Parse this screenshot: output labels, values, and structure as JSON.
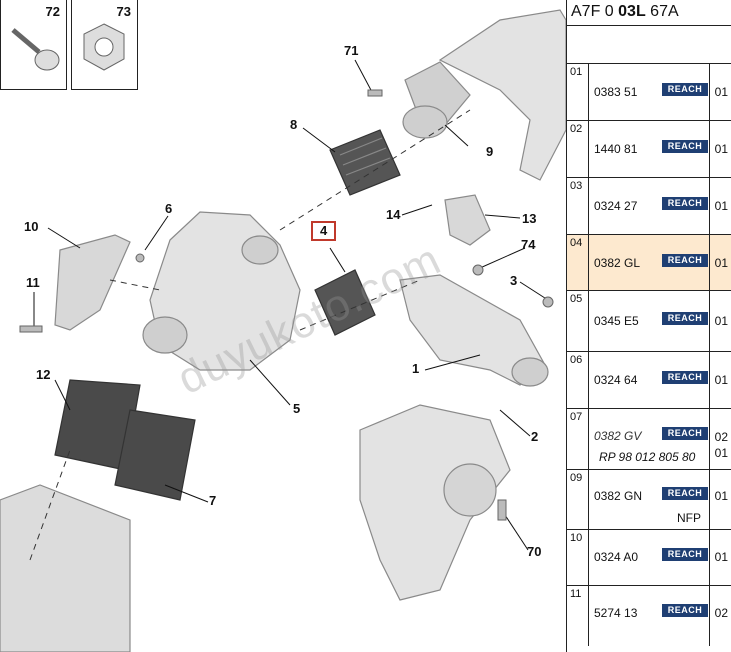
{
  "diagram": {
    "callouts": [
      "72",
      "73",
      "71",
      "8",
      "9",
      "6",
      "10",
      "4",
      "14",
      "13",
      "74",
      "11",
      "3",
      "12",
      "5",
      "1",
      "2",
      "7",
      "70"
    ],
    "highlighted_callout": "4",
    "watermark": "duyukoto.com"
  },
  "panel": {
    "code": {
      "prefix": "A7F 0 ",
      "bold": "03L",
      "suffix": " 67A"
    },
    "rows": [
      {
        "index": "01",
        "ref": "0383 51",
        "badge": "REACH",
        "qty": "01"
      },
      {
        "index": "02",
        "ref": "1440 81",
        "badge": "REACH",
        "qty": "01"
      },
      {
        "index": "03",
        "ref": "0324 27",
        "badge": "REACH",
        "qty": "01"
      },
      {
        "index": "04",
        "ref": "0382 GL",
        "badge": "REACH",
        "qty": "01",
        "selected": true
      },
      {
        "index": "05",
        "ref": "0345 E5",
        "badge": "REACH",
        "qty": "01"
      },
      {
        "index": "06",
        "ref": "0324 64",
        "badge": "REACH",
        "qty": "01"
      },
      {
        "index": "07",
        "ref": "0382 GV",
        "badge": "REACH",
        "qty": "02",
        "qty2": "01",
        "subref": "RP 98 012 805 80"
      },
      {
        "index": "09",
        "ref": "0382 GN",
        "badge": "REACH",
        "qty": "01",
        "note": "NFP"
      },
      {
        "index": "10",
        "ref": "0324 A0",
        "badge": "REACH",
        "qty": "01"
      },
      {
        "index": "11",
        "ref": "5274 13",
        "badge": "REACH",
        "qty": "02"
      }
    ]
  },
  "colors": {
    "accent_badge": "#1f3f73",
    "selected_row": "#fde9cf",
    "highlight_box": "#c0392b"
  }
}
